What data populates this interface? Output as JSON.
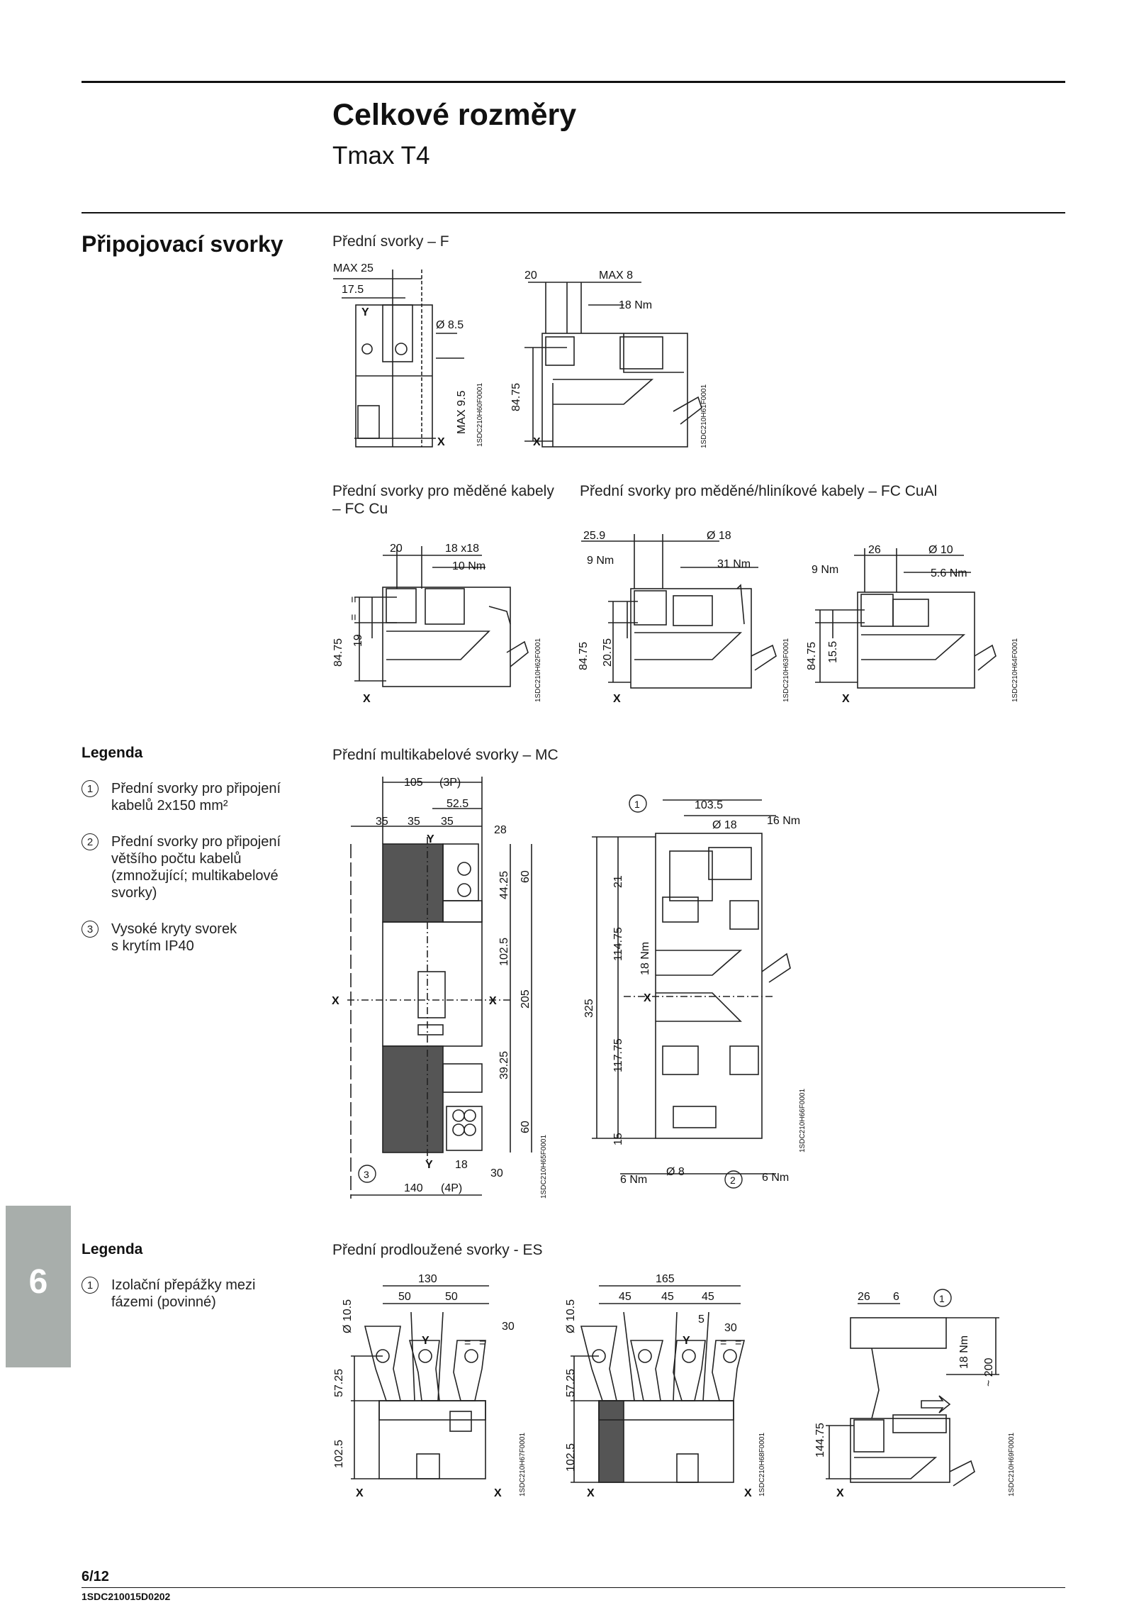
{
  "header": {
    "title": "Celkové rozměry",
    "subtitle": "Tmax T4"
  },
  "section": {
    "title": "Připojovací svorky"
  },
  "captions": {
    "front_f": "Přední svorky – F",
    "fc_cu": "Přední svorky pro měděné kabely\n– FC Cu",
    "fc_cual": "Přední svorky pro měděné/hliníkové kabely – FC CuAl",
    "mc": "Přední multikabelové svorky – MC",
    "es": "Přední prodloužené svorky - ES"
  },
  "legend1": {
    "title": "Legenda",
    "items": [
      {
        "num": "1",
        "text": "Přední svorky pro připojení\nkabelů 2x150 mm²"
      },
      {
        "num": "2",
        "text": "Přední svorky pro připojení\nvětšího počtu kabelů\n(zmnožující; multikabelové\nsvorky)"
      },
      {
        "num": "3",
        "text": "Vysoké kryty svorek\ns krytím IP40"
      }
    ]
  },
  "legend2": {
    "title": "Legenda",
    "items": [
      {
        "num": "1",
        "text": "Izolační přepážky mezi\nfázemi (povinné)"
      }
    ]
  },
  "side_tab": "6",
  "footer": {
    "page": "6/12",
    "doc": "1SDC210015D0202"
  },
  "drawings": {
    "f_front": {
      "code": "1SDC210H60F0001",
      "dims": [
        "MAX 25",
        "17.5",
        "Y",
        "Ø 8.5",
        "MAX 9.5",
        "X"
      ]
    },
    "f_side": {
      "code": "1SDC210H61F0001",
      "dims": [
        "20",
        "MAX 8",
        "18 Nm",
        "84.75",
        "X"
      ]
    },
    "fccu": {
      "code": "1SDC210H62F0001",
      "dims": [
        "20",
        "18 x18",
        "10 Nm",
        "=",
        "=",
        "19",
        "84.75",
        "X"
      ]
    },
    "fccual1": {
      "code": "1SDC210H63F0001",
      "dims": [
        "25.9",
        "Ø 18",
        "9 Nm",
        "31 Nm",
        "20.75",
        "84.75",
        "X"
      ]
    },
    "fccual2": {
      "code": "1SDC210H64F0001",
      "dims": [
        "26",
        "Ø 10",
        "9 Nm",
        "5.6 Nm",
        "15.5",
        "84.75",
        "X"
      ]
    },
    "mc_front": {
      "code": "1SDC210H65F0001",
      "dims": [
        "105",
        "(3P)",
        "52.5",
        "35",
        "35",
        "35",
        "28",
        "Y",
        "44.25",
        "60",
        "102.5",
        "205",
        "X",
        "X",
        "39.25",
        "60",
        "Y",
        "18",
        "30",
        "140",
        "(4P)",
        "3"
      ]
    },
    "mc_side": {
      "code": "1SDC210H66F0001",
      "dims": [
        "1",
        "103.5",
        "Ø 18",
        "16 Nm",
        "21",
        "114.75",
        "18 Nm",
        "325",
        "X",
        "117.75",
        "15",
        "6 Nm",
        "Ø 8",
        "2",
        "6 Nm"
      ]
    },
    "es1": {
      "code": "1SDC210H67F0001",
      "dims": [
        "130",
        "50",
        "50",
        "Ø 10.5",
        "30",
        "Y",
        "=",
        "=",
        "57.25",
        "102.5",
        "X",
        "X"
      ]
    },
    "es2": {
      "code": "1SDC210H68F0001",
      "dims": [
        "165",
        "45",
        "45",
        "45",
        "Ø 10.5",
        "5",
        "30",
        "Y",
        "=",
        "=",
        "57.25",
        "102.5",
        "X",
        "X"
      ]
    },
    "es3": {
      "code": "1SDC210H69F0001",
      "dims": [
        "26",
        "6",
        "1",
        "18 Nm",
        "~ 200",
        "144.75",
        "X"
      ]
    }
  }
}
